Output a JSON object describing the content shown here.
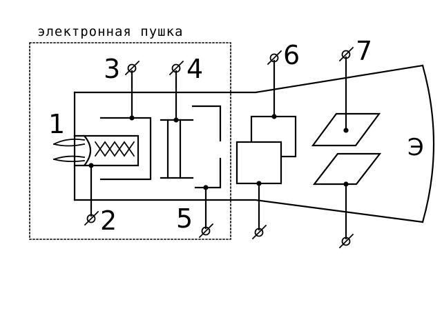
{
  "caption": "электронная пушка",
  "screen_label": "Э",
  "labels": {
    "l1": "1",
    "l2": "2",
    "l3": "3",
    "l4": "4",
    "l5": "5",
    "l6": "6",
    "l7": "7"
  },
  "colors": {
    "ink": "#000000",
    "background": "#ffffff"
  }
}
